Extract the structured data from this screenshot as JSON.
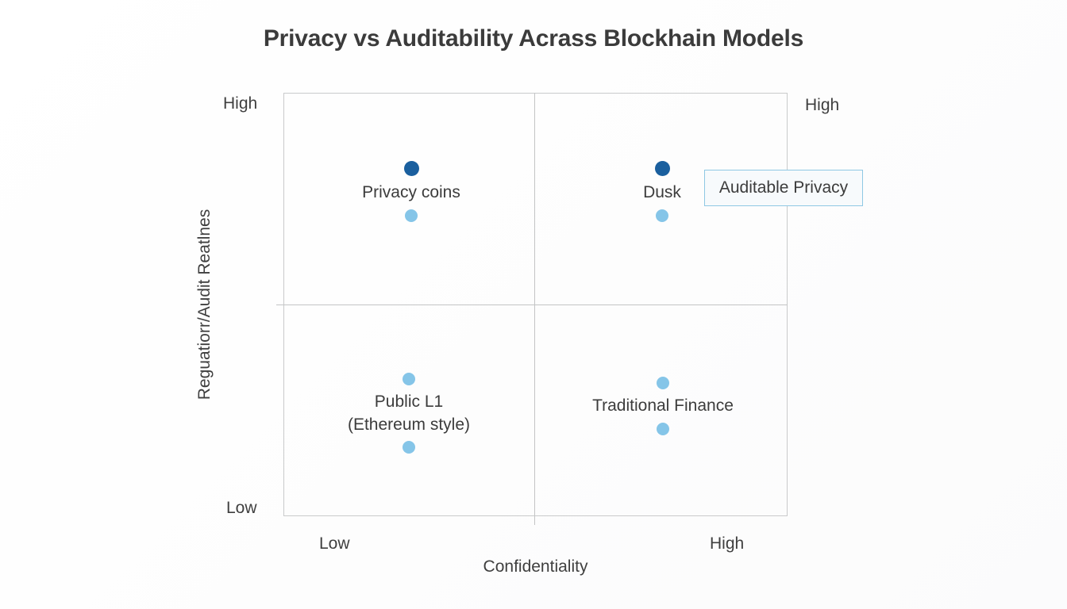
{
  "chart_data": {
    "type": "scatter",
    "title": "Privacy vs Auditability Acrass Blockhain Models",
    "xlabel": "Confidentiality",
    "ylabel": "Reguatiorr/Audit Reatlnes",
    "xticks": [
      "Low",
      "High"
    ],
    "yticks": [
      "High",
      "Low"
    ],
    "ytick_right": "High",
    "grid": true,
    "quadrant_style": "2x2",
    "xlim": [
      "Low",
      "High"
    ],
    "ylim": [
      "Low",
      "High"
    ],
    "legend": null,
    "colors": {
      "dark_blue": "#1a5f9e",
      "light_blue": "#85c5e8",
      "frame": "#c9cacb",
      "divider": "#c3c4c5",
      "callout_border": "#8fc8e4",
      "callout_fill": "#f7fafc",
      "text": "#3c3c3c",
      "background": "#ffffff"
    },
    "points": [
      {
        "label": "Privacy coins",
        "label_line2": "",
        "quadrant": "top-left",
        "x_value": "Low-Mid Confidentiality",
        "y_value": "High Regulator/Audit Readiness",
        "marker_top_color": "#1a5f9e",
        "marker_top_size": 19,
        "marker_bottom_color": "#85c5e8",
        "marker_bottom_size": 16
      },
      {
        "label": "Dusk",
        "label_line2": "",
        "quadrant": "top-right",
        "x_value": "High Confidentiality",
        "y_value": "High Regulator/Audit Readiness",
        "marker_top_color": "#1a5f9e",
        "marker_top_size": 19,
        "marker_bottom_color": "#85c5e8",
        "marker_bottom_size": 16
      },
      {
        "label": "Public L1",
        "label_line2": "(Ethereum style)",
        "quadrant": "bottom-left",
        "x_value": "Low Confidentiality",
        "y_value": "Low Regulator/Audit Readiness",
        "marker_top_color": "#85c5e8",
        "marker_top_size": 16,
        "marker_bottom_color": "#85c5e8",
        "marker_bottom_size": 16
      },
      {
        "label": "Traditional Finance",
        "label_line2": "",
        "quadrant": "bottom-right",
        "x_value": "High Confidentiality",
        "y_value": "Low Regulator/Audit Readiness",
        "marker_top_color": "#85c5e8",
        "marker_top_size": 16,
        "marker_bottom_color": "#85c5e8",
        "marker_bottom_size": 16
      }
    ],
    "annotations": [
      {
        "text": "Auditable Privacy",
        "attached_to": "Dusk",
        "position": "right-of-top-right-quadrant"
      }
    ]
  },
  "title": "Privacy vs Auditability Acrass Blockhain Models",
  "axes": {
    "y_label": "Reguatiorr/Audit Reatlnes",
    "x_label": "Confidentiality",
    "y_high": "High",
    "y_low": "Low",
    "y_high_right": "High",
    "x_low": "Low",
    "x_high": "High"
  },
  "points": {
    "privacy_coins": {
      "label": "Privacy coins"
    },
    "dusk": {
      "label": "Dusk"
    },
    "public_l1": {
      "label": "Public L1",
      "label2": "(Ethereum style)"
    },
    "tradfi": {
      "label": "Traditional Finance"
    }
  },
  "callout": {
    "auditable_privacy": "Auditable Privacy"
  }
}
